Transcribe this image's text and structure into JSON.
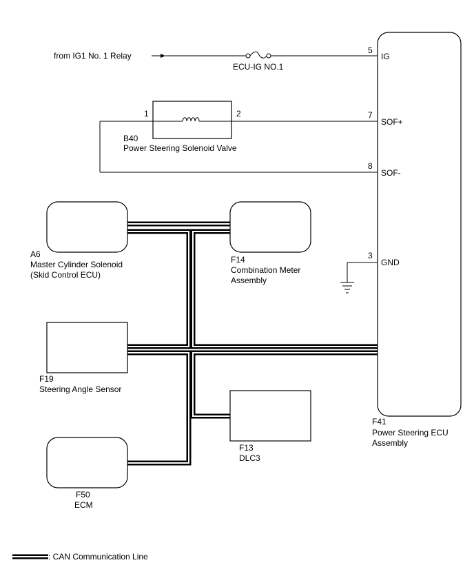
{
  "power": {
    "source_label": "from IG1 No. 1 Relay",
    "fuse_label": "ECU-IG NO.1"
  },
  "solenoid": {
    "code": "B40",
    "name": "Power Steering Solenoid Valve",
    "pin_left": "1",
    "pin_right": "2"
  },
  "ecu": {
    "code": "F41",
    "name_line1": "Power Steering ECU",
    "name_line2": "Assembly",
    "pins": [
      {
        "num": "5",
        "name": "IG"
      },
      {
        "num": "7",
        "name": "SOF+"
      },
      {
        "num": "8",
        "name": "SOF-"
      },
      {
        "num": "3",
        "name": "GND"
      }
    ]
  },
  "modules": {
    "a6": {
      "code": "A6",
      "line1": "Master Cylinder Solenoid",
      "line2": "(Skid Control ECU)"
    },
    "f14": {
      "code": "F14",
      "line1": "Combination Meter",
      "line2": "Assembly"
    },
    "f19": {
      "code": "F19",
      "line1": "Steering Angle Sensor"
    },
    "f13": {
      "code": "F13",
      "line1": "DLC3"
    },
    "f50": {
      "code": "F50",
      "line1": "ECM"
    }
  },
  "legend": {
    "label": ": CAN Communication Line"
  }
}
